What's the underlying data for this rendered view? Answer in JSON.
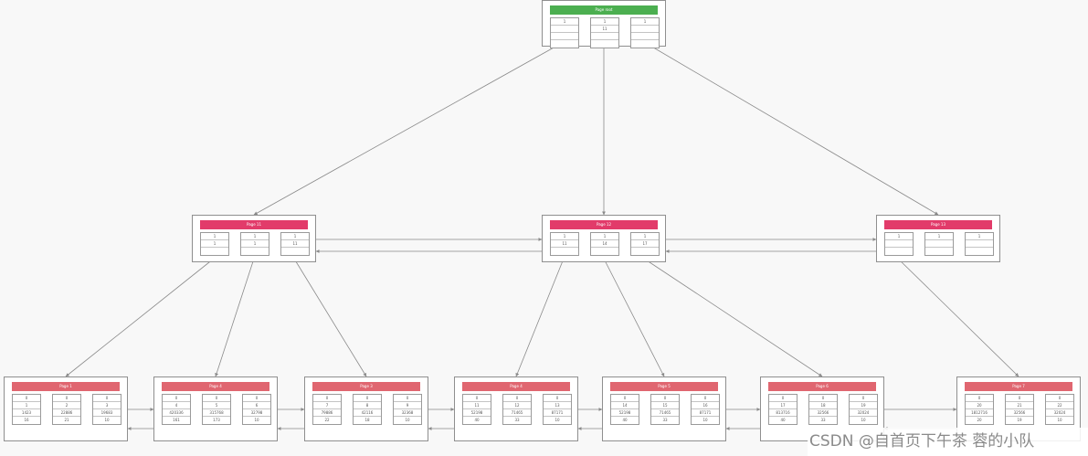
{
  "colors": {
    "root_header": "#4caf50",
    "internal_header": "#e23b6a",
    "leaf_header": "#e06670",
    "edge": "#8a8a8a"
  },
  "root": {
    "title": "Page root",
    "records": [
      [
        "1",
        "",
        "",
        ""
      ],
      [
        "1",
        "11",
        "",
        ""
      ],
      [
        "1",
        "",
        "",
        ""
      ]
    ]
  },
  "internal": [
    {
      "title": "Page 11",
      "records": [
        [
          "1",
          "1",
          ""
        ],
        [
          "1",
          "1",
          ""
        ],
        [
          "1",
          "11",
          ""
        ]
      ]
    },
    {
      "title": "Page 12",
      "records": [
        [
          "1",
          "11",
          ""
        ],
        [
          "1",
          "14",
          ""
        ],
        [
          "1",
          "17",
          ""
        ]
      ]
    },
    {
      "title": "Page 13",
      "records": [
        [
          "1",
          "",
          ""
        ],
        [
          "1",
          "",
          ""
        ],
        [
          "1",
          "",
          ""
        ]
      ]
    }
  ],
  "leaves": [
    {
      "title": "Page 1",
      "records": [
        [
          "0",
          "1",
          "1423",
          "16"
        ],
        [
          "0",
          "2",
          "22886",
          "21"
        ],
        [
          "0",
          "3",
          "19683",
          "10"
        ]
      ]
    },
    {
      "title": "Page 4",
      "records": [
        [
          "0",
          "4",
          "420336",
          "161"
        ],
        [
          "0",
          "5",
          "315768",
          "173"
        ],
        [
          "0",
          "6",
          "32798",
          "10"
        ]
      ]
    },
    {
      "title": "Page 3",
      "records": [
        [
          "0",
          "7",
          "79886",
          "22"
        ],
        [
          "0",
          "8",
          "42116",
          "18"
        ],
        [
          "0",
          "9",
          "32368",
          "10"
        ]
      ]
    },
    {
      "title": "Page 4",
      "records": [
        [
          "0",
          "11",
          "52198",
          "40"
        ],
        [
          "0",
          "12",
          "71465",
          "33"
        ],
        [
          "0",
          "13",
          "87171",
          "10"
        ]
      ]
    },
    {
      "title": "Page 5",
      "records": [
        [
          "0",
          "14",
          "52198",
          "40"
        ],
        [
          "0",
          "15",
          "71465",
          "33"
        ],
        [
          "0",
          "16",
          "87171",
          "10"
        ]
      ]
    },
    {
      "title": "Page 6",
      "records": [
        [
          "0",
          "17",
          "813716",
          "40"
        ],
        [
          "0",
          "18",
          "32566",
          "33"
        ],
        [
          "0",
          "19",
          "32024",
          "10"
        ]
      ]
    },
    {
      "title": "Page 7",
      "records": [
        [
          "0",
          "20",
          "1812716",
          "20"
        ],
        [
          "0",
          "21",
          "32566",
          "19"
        ],
        [
          "0",
          "22",
          "32024",
          "10"
        ]
      ]
    }
  ],
  "watermark": "CSDN @自首页下午茶 蓉的小队"
}
